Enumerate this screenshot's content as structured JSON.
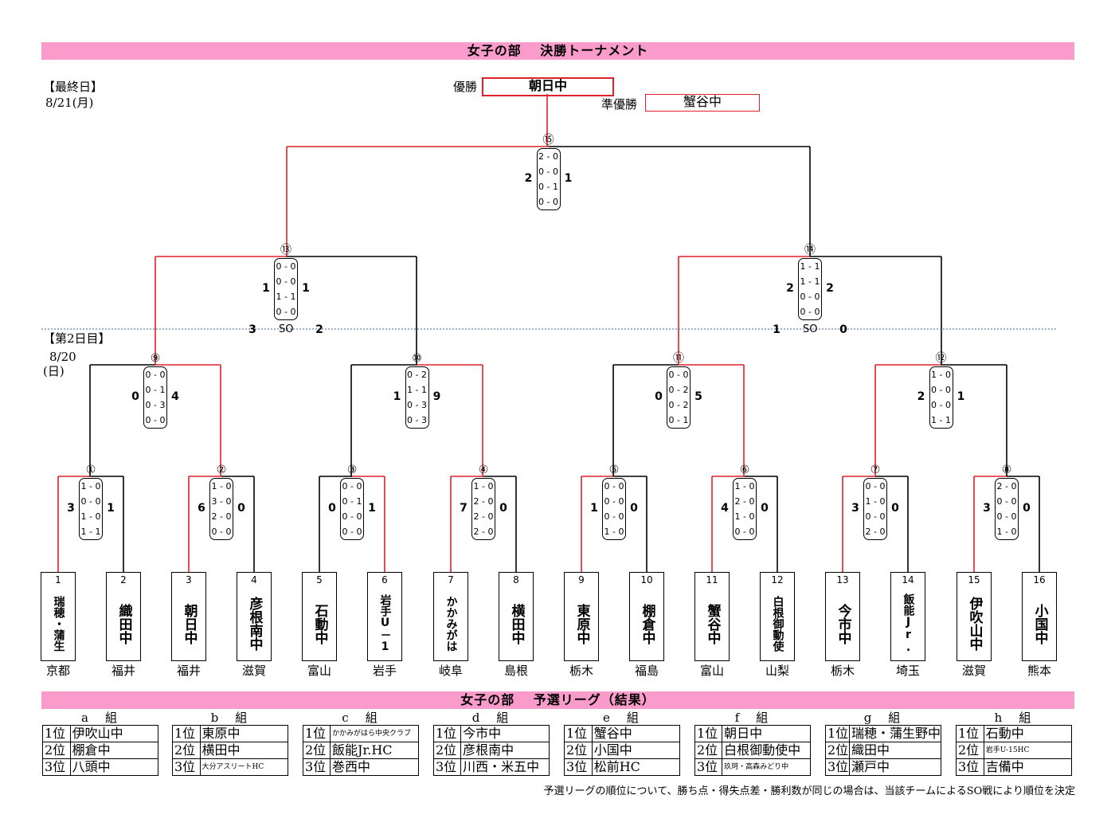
{
  "header": {
    "title": "女子の部　 決勝トーナメント",
    "final_day_label": "【最終日】",
    "final_day_date": "8/21(月)",
    "day2_label": "【第2日目】",
    "day2_date": "8/20",
    "day2_weekday": "(日)",
    "winner_label": "優勝",
    "winner": "朝日中",
    "runner_up_label": "準優勝",
    "runner_up": "蟹谷中"
  },
  "teams": [
    {
      "num": "1",
      "name": "瑞穂・蒲生",
      "pref": "京都"
    },
    {
      "num": "2",
      "name": "織田中",
      "pref": "福井"
    },
    {
      "num": "3",
      "name": "朝日中",
      "pref": "福井"
    },
    {
      "num": "4",
      "name": "彦根南中",
      "pref": "滋賀"
    },
    {
      "num": "5",
      "name": "石動中",
      "pref": "富山"
    },
    {
      "num": "6",
      "name": "岩手U－1",
      "pref": "岩手"
    },
    {
      "num": "7",
      "name": "かかみがは",
      "pref": "岐阜"
    },
    {
      "num": "8",
      "name": "横田中",
      "pref": "島根"
    },
    {
      "num": "9",
      "name": "東原中",
      "pref": "栃木"
    },
    {
      "num": "10",
      "name": "棚倉中",
      "pref": "福島"
    },
    {
      "num": "11",
      "name": "蟹谷中",
      "pref": "富山"
    },
    {
      "num": "12",
      "name": "白根御動使",
      "pref": "山梨"
    },
    {
      "num": "13",
      "name": "今市中",
      "pref": "栃木"
    },
    {
      "num": "14",
      "name": "飯能Jr.",
      "pref": "埼玉"
    },
    {
      "num": "15",
      "name": "伊吹山中",
      "pref": "滋賀"
    },
    {
      "num": "16",
      "name": "小国中",
      "pref": "熊本"
    }
  ],
  "matches": [
    {
      "no": "①",
      "left": "3",
      "right": "1",
      "periods": [
        "1 - 0",
        "0 - 0",
        "1 - 0",
        "1 - 1"
      ]
    },
    {
      "no": "②",
      "left": "6",
      "right": "0",
      "periods": [
        "1 - 0",
        "3 - 0",
        "2 - 0",
        "0 - 0"
      ]
    },
    {
      "no": "③",
      "left": "0",
      "right": "1",
      "periods": [
        "0 - 0",
        "0 - 1",
        "0 - 0",
        "0 - 0"
      ]
    },
    {
      "no": "④",
      "left": "7",
      "right": "0",
      "periods": [
        "1 - 0",
        "2 - 0",
        "2 - 0",
        "2 - 0"
      ]
    },
    {
      "no": "⑤",
      "left": "1",
      "right": "0",
      "periods": [
        "0 - 0",
        "0 - 0",
        "0 - 0",
        "1 - 0"
      ]
    },
    {
      "no": "⑥",
      "left": "4",
      "right": "0",
      "periods": [
        "1 - 0",
        "2 - 0",
        "1 - 0",
        "0 - 0"
      ]
    },
    {
      "no": "⑦",
      "left": "3",
      "right": "0",
      "periods": [
        "0 - 0",
        "1 - 0",
        "0 - 0",
        "2 - 0"
      ]
    },
    {
      "no": "⑧",
      "left": "3",
      "right": "0",
      "periods": [
        "2 - 0",
        "0 - 0",
        "0 - 0",
        "1 - 0"
      ]
    },
    {
      "no": "⑨",
      "left": "0",
      "right": "4",
      "periods": [
        "0 - 0",
        "0 - 1",
        "0 - 3",
        "0 - 0"
      ]
    },
    {
      "no": "⑩",
      "left": "1",
      "right": "9",
      "periods": [
        "0 - 2",
        "1 - 1",
        "0 - 3",
        "0 - 3"
      ]
    },
    {
      "no": "⑪",
      "left": "0",
      "right": "5",
      "periods": [
        "0 - 0",
        "0 - 2",
        "0 - 2",
        "0 - 1"
      ]
    },
    {
      "no": "⑫",
      "left": "2",
      "right": "1",
      "periods": [
        "1 - 0",
        "0 - 0",
        "0 - 0",
        "1 - 1"
      ]
    },
    {
      "no": "⑬",
      "left": "1",
      "right": "1",
      "periods": [
        "0 - 0",
        "0 - 0",
        "1 - 1",
        "0 - 0"
      ],
      "so_left": "3",
      "so_right": "2",
      "so_label": "SO"
    },
    {
      "no": "⑭",
      "left": "2",
      "right": "2",
      "periods": [
        "1 - 1",
        "1 - 1",
        "0 - 0",
        "0 - 0"
      ],
      "so_left": "1",
      "so_right": "0",
      "so_label": "SO"
    },
    {
      "no": "⑮",
      "left": "2",
      "right": "1",
      "periods": [
        "2 - 0",
        "0 - 0",
        "0 - 1",
        "0 - 0"
      ]
    }
  ],
  "league": {
    "title": "女子の部　 予選リーグ（結果）",
    "groups": [
      {
        "label": "a　組",
        "rows": [
          [
            "1位",
            "伊吹山中"
          ],
          [
            "2位",
            "棚倉中"
          ],
          [
            "3位",
            "八頭中"
          ]
        ]
      },
      {
        "label": "b　組",
        "rows": [
          [
            "1位",
            "東原中"
          ],
          [
            "2位",
            "横田中"
          ],
          [
            "3位",
            "大分アスリートHC"
          ]
        ]
      },
      {
        "label": "c　組",
        "rows": [
          [
            "1位",
            "かかみがはら中央クラブ"
          ],
          [
            "2位",
            "飯能Jr.HC"
          ],
          [
            "3位",
            "巻西中"
          ]
        ]
      },
      {
        "label": "d　組",
        "rows": [
          [
            "1位",
            "今市中"
          ],
          [
            "2位",
            "彦根南中"
          ],
          [
            "3位",
            "川西・米五中"
          ]
        ]
      },
      {
        "label": "e　組",
        "rows": [
          [
            "1位",
            "蟹谷中"
          ],
          [
            "2位",
            "小国中"
          ],
          [
            "3位",
            "松前HC"
          ]
        ]
      },
      {
        "label": "f　組",
        "rows": [
          [
            "1位",
            "朝日中"
          ],
          [
            "2位",
            "白根御動使中"
          ],
          [
            "3位",
            "玖珂・高森みどり中"
          ]
        ]
      },
      {
        "label": "g　組",
        "rows": [
          [
            "1位",
            "瑞穂・蒲生野中"
          ],
          [
            "2位",
            "織田中"
          ],
          [
            "3位",
            "瀬戸中"
          ]
        ]
      },
      {
        "label": "h　組",
        "rows": [
          [
            "1位",
            "石動中"
          ],
          [
            "2位",
            "岩手U-15HC"
          ],
          [
            "3位",
            "吉備中"
          ]
        ]
      }
    ],
    "note": "予選リーグの順位について、勝ち点・得失点差・勝利数が同じの場合は、当該チームによるSO戦により順位を決定"
  },
  "colors": {
    "band": "#f99bcb",
    "winner_line": "#e0202a",
    "divider": "#6a7fb0"
  }
}
